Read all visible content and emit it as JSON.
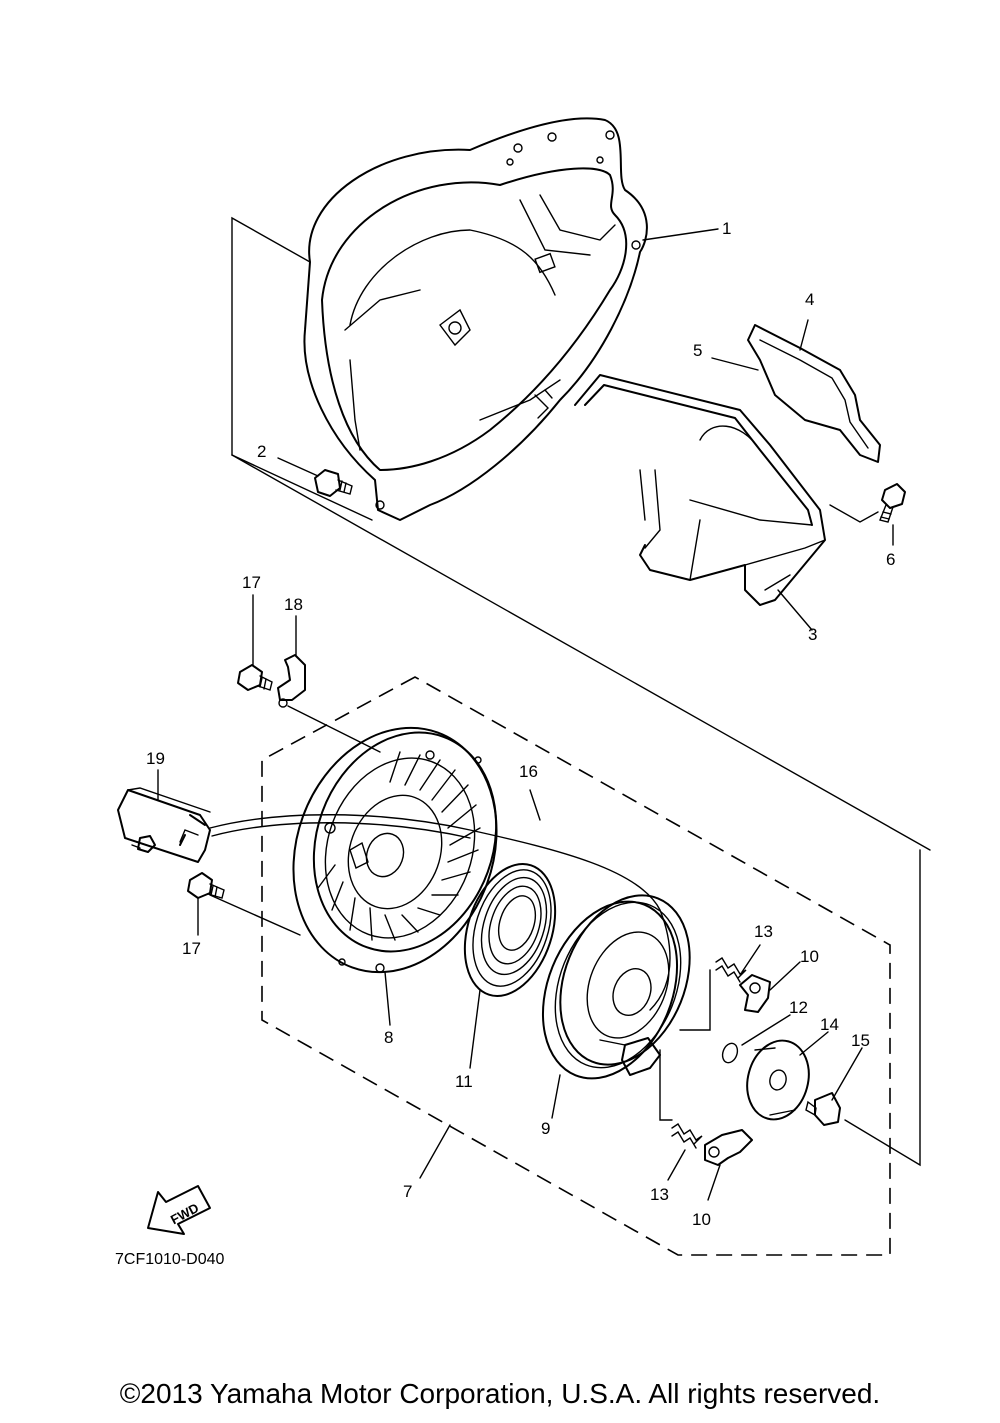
{
  "diagram_code": "7CF1010-D040",
  "fwd_label": "FWD",
  "copyright": "©2013 Yamaha Motor Corporation, U.S.A. All rights reserved.",
  "callouts": {
    "c1": "1",
    "c2": "2",
    "c3": "3",
    "c4": "4",
    "c5": "5",
    "c6": "6",
    "c7": "7",
    "c8": "8",
    "c9": "9",
    "c10a": "10",
    "c10b": "10",
    "c11": "11",
    "c12": "12",
    "c13a": "13",
    "c13b": "13",
    "c14": "14",
    "c15": "15",
    "c16": "16",
    "c17a": "17",
    "c17b": "17",
    "c18": "18",
    "c19": "19"
  }
}
